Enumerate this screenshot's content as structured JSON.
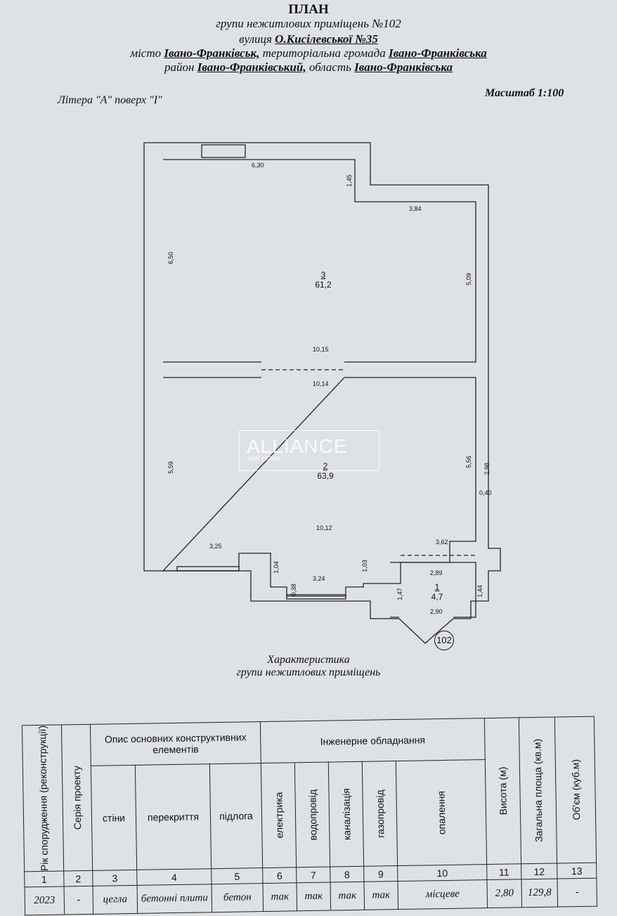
{
  "header": {
    "title": "ПЛАН",
    "subtitle": "групи нежитлових приміщень №102",
    "street_label": "вулиця",
    "street": "О.Кисілевської  №35",
    "city_label": "місто",
    "city": "Івано-Франківськ,",
    "community_label": "територіальна громада",
    "community": "Івано-Франківська",
    "district_label": "район",
    "district": "Івано-Франківський,",
    "region_label": "область",
    "region": "Івано-Франківська",
    "litera": "Літера \"А\" поверх  \"I\"",
    "scale": "Масштаб 1:100"
  },
  "plan": {
    "rooms": [
      {
        "num": "3",
        "area": "61,2"
      },
      {
        "num": "2",
        "area": "63,9"
      },
      {
        "num": "1",
        "area": "4,7"
      }
    ],
    "dims": [
      "6,30",
      "1,45",
      "3,84",
      "6,50",
      "5,09",
      "10,15",
      "10,14",
      "5,59",
      "5,56",
      "2,98",
      "0,40",
      "10,12",
      "3,25",
      "1,04",
      "0,38",
      "3,24",
      "1,03",
      "3,62",
      "2,89",
      "1,47",
      "1,44",
      "2,90"
    ],
    "unit_number": "102"
  },
  "watermark": {
    "brand": "ALLIANCE",
    "sub": "real estate"
  },
  "characteristics": {
    "title1": "Характеристика",
    "title2": "групи нежитлових приміщень"
  },
  "table": {
    "h_year": "Рік спорудження (реконструкції)",
    "h_series": "Серія проекту",
    "h_construct": "Опис основних конструктивних елементів",
    "h_walls": "стіни",
    "h_ceiling": "перекриття",
    "h_floor": "підлога",
    "h_eng": "Інженерне обладнання",
    "h_elec": "електрика",
    "h_water": "водопровід",
    "h_sewer": "каналізація",
    "h_gas": "газопровід",
    "h_heat": "опалення",
    "h_height": "Висота (м)",
    "h_area": "Загальна площа (кв.м)",
    "h_volume": "Об'єм (куб.м)",
    "nums": [
      "1",
      "2",
      "3",
      "4",
      "5",
      "6",
      "7",
      "8",
      "9",
      "10",
      "11",
      "12",
      "13"
    ],
    "values": [
      "2023",
      "-",
      "цегла",
      "бетонні плити",
      "бетон",
      "так",
      "так",
      "так",
      "так",
      "місцеве",
      "2,80",
      "129,8",
      "-"
    ]
  }
}
